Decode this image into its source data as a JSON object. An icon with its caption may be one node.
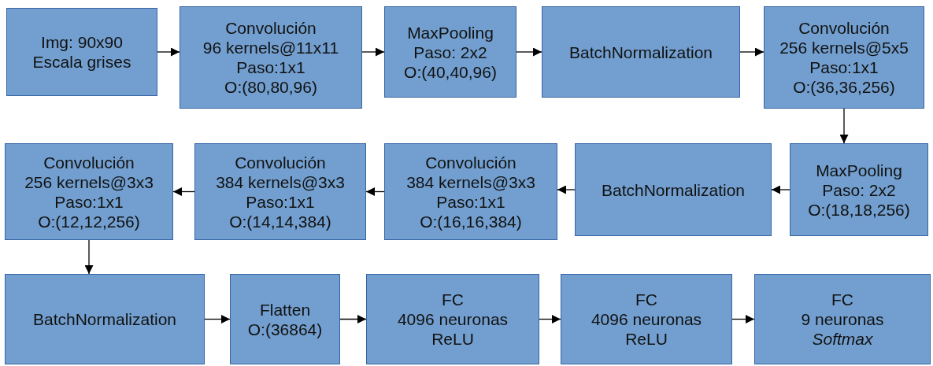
{
  "diagram": {
    "nodes": [
      {
        "text": [
          "Img: 90x90",
          "Escala grises"
        ]
      },
      {
        "text": [
          "Convolución",
          "96 kernels@11x11",
          "Paso:1x1",
          "O:(80,80,96)"
        ]
      },
      {
        "text": [
          "MaxPooling",
          "Paso: 2x2",
          "O:(40,40,96)"
        ]
      },
      {
        "text": [
          "BatchNormalization"
        ]
      },
      {
        "text": [
          "Convolución",
          "256 kernels@5x5",
          "Paso:1x1",
          "O:(36,36,256)"
        ]
      },
      {
        "text": [
          "MaxPooling",
          "Paso: 2x2",
          "O:(18,18,256)"
        ]
      },
      {
        "text": [
          "BatchNormalization"
        ]
      },
      {
        "text": [
          "Convolución",
          "384 kernels@3x3",
          "Paso:1x1",
          "O:(16,16,384)"
        ]
      },
      {
        "text": [
          "Convolución",
          "384 kernels@3x3",
          "Paso:1x1",
          "O:(14,14,384)"
        ]
      },
      {
        "text": [
          "Convolución",
          "256 kernels@3x3",
          "Paso:1x1",
          "O:(12,12,256)"
        ]
      },
      {
        "text": [
          "BatchNormalization"
        ]
      },
      {
        "text": [
          "Flatten",
          "O:(36864)"
        ]
      },
      {
        "text": [
          "FC",
          "4096 neuronas",
          "ReLU"
        ]
      },
      {
        "text": [
          "FC",
          "4096 neuronas",
          "ReLU"
        ]
      },
      {
        "text": [
          "FC",
          "9 neuronas",
          "*Softmax*"
        ]
      }
    ],
    "edges": [
      {
        "from": 0,
        "to": 1,
        "arrow": "to"
      },
      {
        "from": 1,
        "to": 2,
        "arrow": "to"
      },
      {
        "from": 2,
        "to": 3,
        "arrow": "to"
      },
      {
        "from": 3,
        "to": 4,
        "arrow": "to"
      },
      {
        "from": 4,
        "to": 5,
        "arrow": "to"
      },
      {
        "from": 5,
        "to": 6,
        "arrow": "to"
      },
      {
        "from": 6,
        "to": 7,
        "arrow": "to"
      },
      {
        "from": 7,
        "to": 8,
        "arrow": "to"
      },
      {
        "from": 8,
        "to": 9,
        "arrow": "to"
      },
      {
        "from": 9,
        "to": 10,
        "arrow": "to"
      },
      {
        "from": 10,
        "to": 11,
        "arrow": "to"
      },
      {
        "from": 11,
        "to": 12,
        "arrow": "to"
      },
      {
        "from": 12,
        "to": 13,
        "arrow": "to"
      },
      {
        "from": 13,
        "to": 14,
        "arrow": "to"
      }
    ]
  }
}
